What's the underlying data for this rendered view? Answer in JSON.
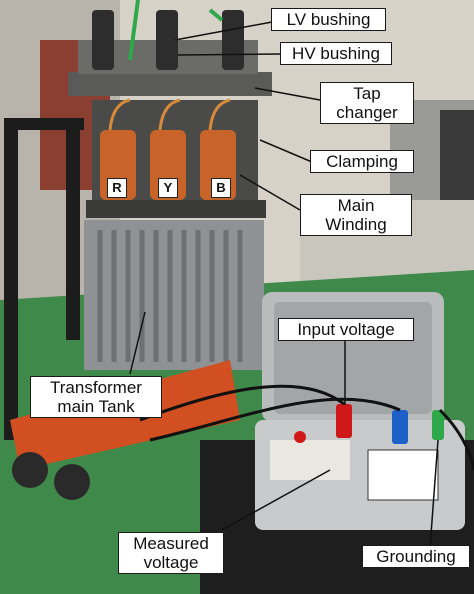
{
  "labels": {
    "lv_bushing": "LV bushing",
    "hv_bushing": "HV bushing",
    "tap_changer": [
      "Tap",
      "changer"
    ],
    "clamping": "Clamping",
    "main_winding": [
      "Main",
      "Winding"
    ],
    "transformer_main_tank": [
      "Transformer",
      "main Tank"
    ],
    "input_voltage": "Input voltage",
    "measured_voltage": [
      "Measured",
      "voltage"
    ],
    "grounding": "Grounding"
  },
  "phases": [
    "R",
    "Y",
    "B"
  ],
  "colors": {
    "winding_copper": "#c8642a",
    "tank_gray": "#8f9294",
    "floor_green": "#3f8a4a",
    "pallet_orange": "#d24f22",
    "case_gray": "#b9bcbd",
    "connector_red": "#d01818",
    "connector_blue": "#1f5fc8"
  }
}
